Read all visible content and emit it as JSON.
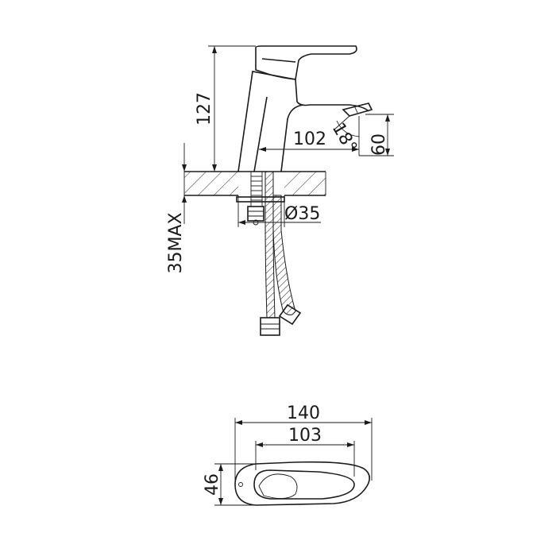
{
  "dimensions": {
    "spout_height": "127",
    "spout_reach": "102",
    "aerator_angle": "18°",
    "aerator_offset": "60",
    "hole_diameter": "Ø35",
    "max_deck_thickness": "35MAX",
    "body_length": "140",
    "lever_length": "103",
    "body_width": "46"
  }
}
